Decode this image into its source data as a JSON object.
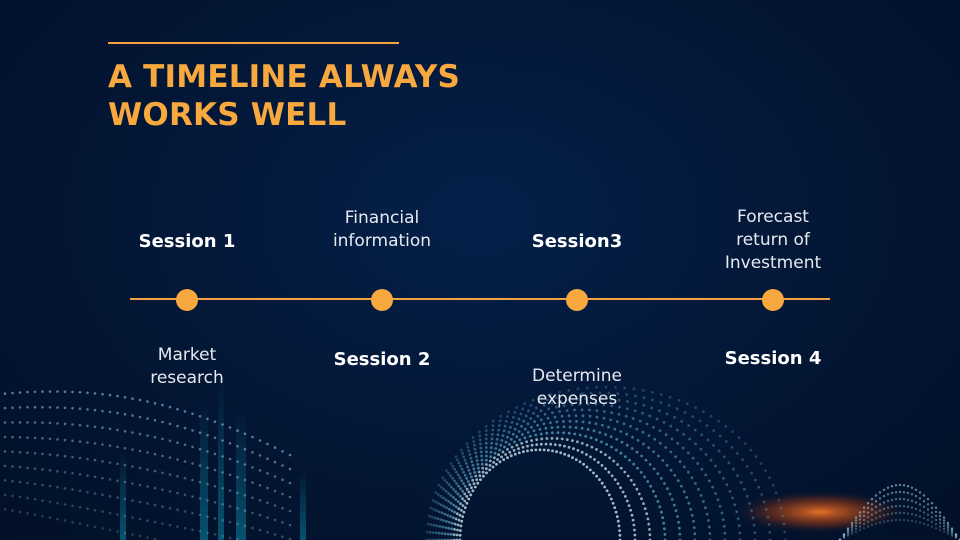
{
  "title": {
    "line1": "A TIMELINE ALWAYS",
    "line2": "WORKS WELL"
  },
  "timeline": {
    "milestones": [
      {
        "above": "Session 1",
        "below": "Market research"
      },
      {
        "above": "Financial information",
        "below": "Session 2"
      },
      {
        "above": "Session3",
        "below": "Determine expenses"
      },
      {
        "above": "Forecast return of Investment",
        "below": "Session 4"
      }
    ]
  },
  "colors": {
    "background": "#031634",
    "accent": "#f7a83e",
    "text": "#ffffff"
  }
}
